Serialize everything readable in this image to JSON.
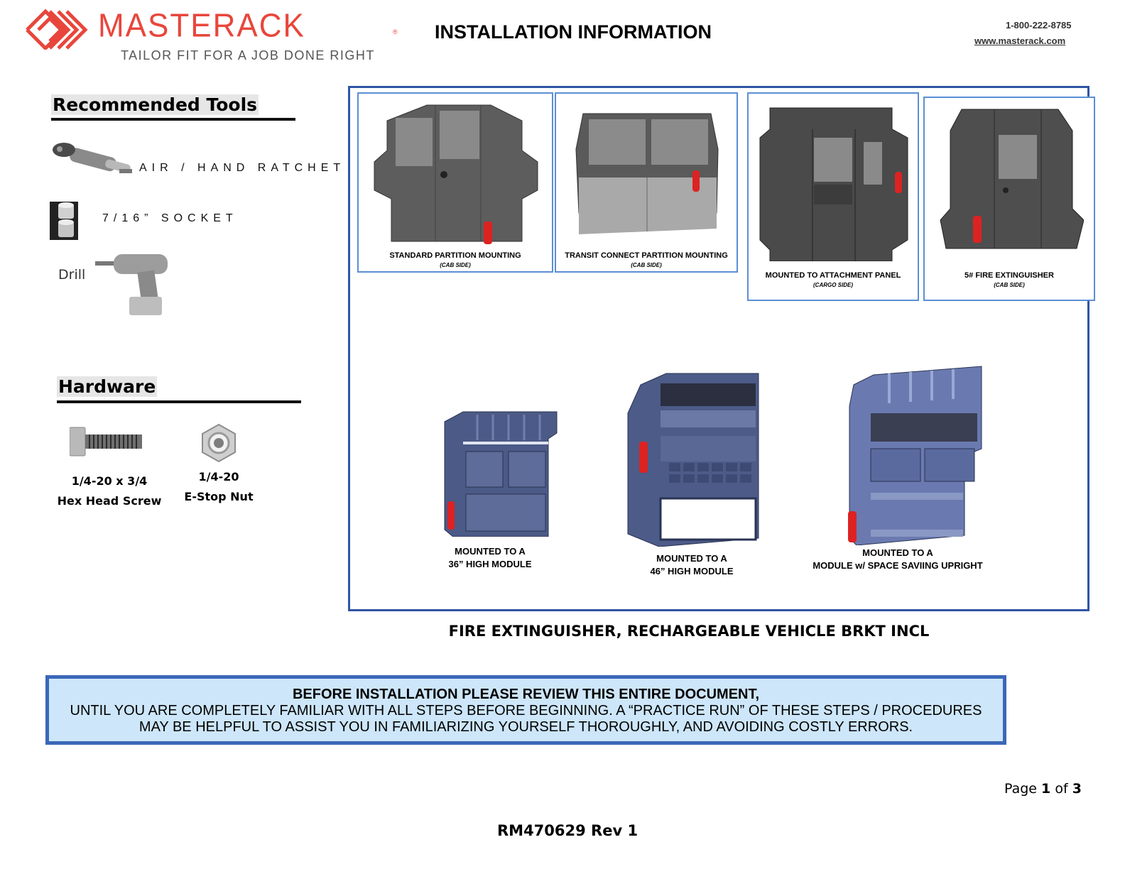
{
  "header": {
    "brand": "MASTERACK",
    "registered": "®",
    "tagline": "TAILOR FIT FOR A JOB DONE RIGHT",
    "title": "INSTALLATION INFORMATION",
    "phone": "1-800-222-8785",
    "website": "www.masterack.com",
    "brand_color": "#e8463c"
  },
  "tools": {
    "heading": "Recommended Tools",
    "items": [
      {
        "label": "AIR / HAND RATCHET",
        "icon": "ratchet-icon"
      },
      {
        "label": "7/16” SOCKET",
        "icon": "socket-icon"
      },
      {
        "label": "Drill",
        "icon": "drill-icon"
      }
    ]
  },
  "hardware": {
    "heading": "Hardware",
    "items": [
      {
        "line1": "1/4-20 x 3/4",
        "line2": "Hex Head Screw",
        "icon": "hex-screw-icon"
      },
      {
        "line1": "1/4-20",
        "line2": "E-Stop Nut",
        "icon": "nut-icon"
      }
    ]
  },
  "figures": {
    "top": [
      {
        "caption": "STANDARD PARTITION MOUNTING",
        "sub": "(CAB SIDE)"
      },
      {
        "caption": "TRANSIT CONNECT PARTITION MOUNTING",
        "sub": "(CAB SIDE)"
      },
      {
        "caption": "MOUNTED TO ATTACHMENT PANEL",
        "sub": "(CARGO SIDE)"
      },
      {
        "caption": "5# FIRE EXTINGUISHER",
        "sub": "(CAB SIDE)"
      }
    ],
    "bottom": [
      {
        "line1": "MOUNTED TO A",
        "line2": "36” HIGH MODULE"
      },
      {
        "line1": "MOUNTED TO A",
        "line2": "46” HIGH MODULE"
      },
      {
        "line1": "MOUNTED TO A",
        "line2": "MODULE w/ SPACE SAVIING UPRIGHT"
      }
    ],
    "caption": "FIRE EXTINGUISHER, RECHARGEABLE VEHICLE BRKT INCL",
    "panel_color": "#2f55a4"
  },
  "notice": {
    "heading": "BEFORE INSTALLATION PLEASE REVIEW THIS ENTIRE DOCUMENT,",
    "line1": "UNTIL YOU ARE COMPLETELY FAMILIAR WITH ALL STEPS BEFORE BEGINNING. A “PRACTICE RUN” OF THESE STEPS / PROCEDURES",
    "line2": "MAY BE HELPFUL TO ASSIST YOU IN FAMILIARIZING YOURSELF THOROUGHLY, AND AVOIDING COSTLY ERRORS.",
    "bg_color": "#cde6f9"
  },
  "footer": {
    "page_prefix": "Page ",
    "page_current": "1",
    "page_of": " of ",
    "page_total": "3",
    "doc_id": "RM470629 Rev 1"
  }
}
